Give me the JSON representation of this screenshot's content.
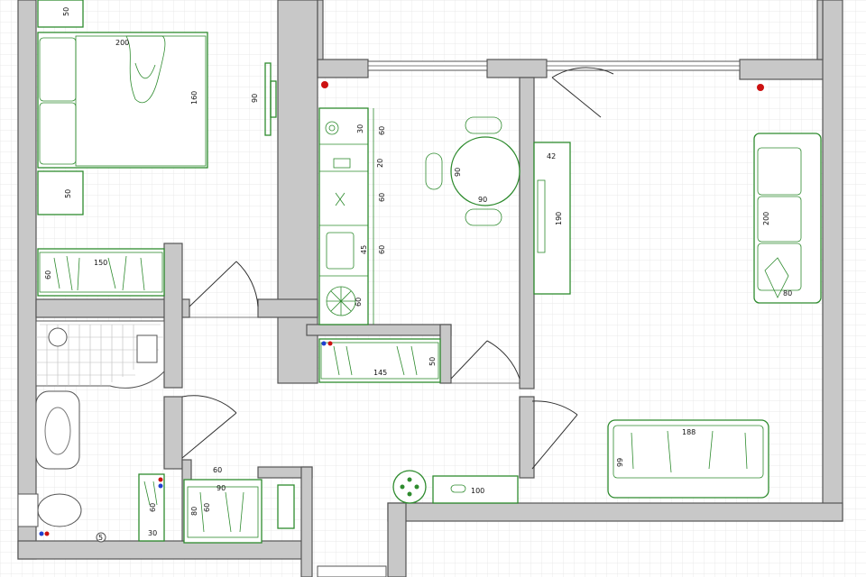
{
  "labels": {
    "bed_width": "200",
    "bed_length": "160",
    "nightstand_top": "50",
    "nightstand_bottom": "50",
    "tv_bedroom": "90",
    "wardrobe_bedroom_w": "150",
    "wardrobe_bedroom_d": "60",
    "stove_w": "30",
    "stove_d": "60",
    "counter_1": "20",
    "counter_2": "60",
    "sink_w": "45",
    "sink_d": "60",
    "fridge": "60",
    "table_w": "90",
    "table_d": "90",
    "wardrobe_kitchen_w": "145",
    "wardrobe_kitchen_d": "50",
    "tvstand_w": "42",
    "tvstand_len": "190",
    "sofa_len": "200",
    "sofa_d": "80",
    "couch_len": "188",
    "couch_d": "99",
    "shoecab": "100",
    "hall_wardrobe_w": "60",
    "hall_wardrobe_inner": "90",
    "hall_wardrobe_d1": "80",
    "hall_wardrobe_d2": "60",
    "bath_cab_1": "60",
    "bath_cab_2": "30",
    "toilet_drain": "5"
  },
  "markers": {
    "red": "#cc1111",
    "yellow": "#e8d21a",
    "blue": "#1f3fd0"
  }
}
